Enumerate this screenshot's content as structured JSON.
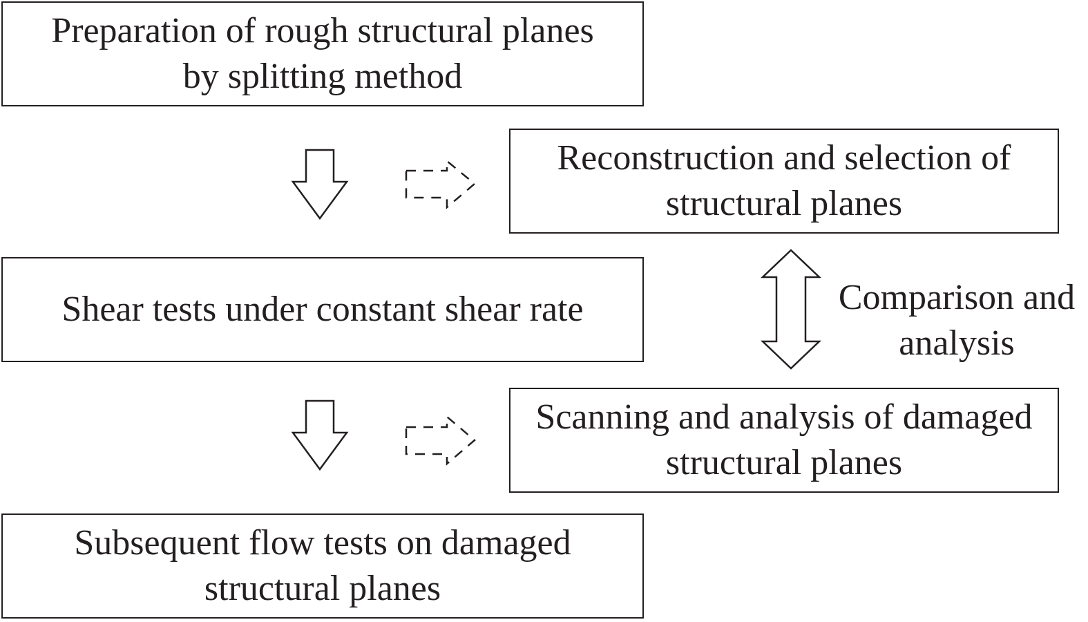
{
  "steps": {
    "preparation": [
      "Preparation of rough structural planes",
      "by splitting method"
    ],
    "reconstruction": [
      "Reconstruction and selection of",
      "structural planes"
    ],
    "shear": [
      "Shear tests under constant shear rate"
    ],
    "scanning": [
      "Scanning and analysis of damaged",
      "structural planes"
    ],
    "flow": [
      "Subsequent flow tests on damaged",
      "structural planes"
    ]
  },
  "comparison_label": [
    "Comparison and",
    "analysis"
  ],
  "colors": {
    "line": "#231f20",
    "background": "#ffffff"
  },
  "icons": [
    "arrow-down-icon",
    "dashed-arrow-right-icon",
    "double-arrow-vertical-icon"
  ]
}
